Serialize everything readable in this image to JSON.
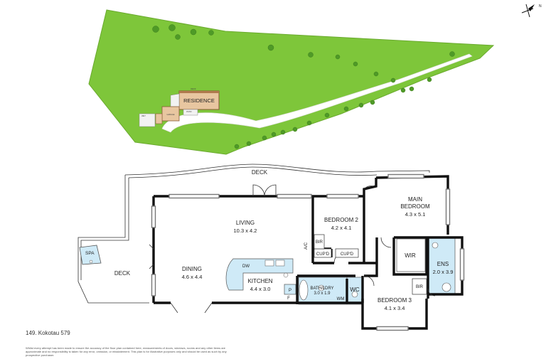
{
  "site": {
    "residence_label": "RESIDENCE",
    "deck_label": "DECK",
    "patio_label": "PATIO",
    "garage_label": "GARAGE",
    "wet_label": "WET",
    "compass_label": "N",
    "colors": {
      "lawn": "#7ec63a",
      "lawn_edge": "#6aaa2e",
      "tree": "#4f9a27",
      "residence": "#e8c6a0",
      "residence_roof": "#b07a4e"
    }
  },
  "plan": {
    "deck_top": "DECK",
    "deck_left": "DECK",
    "spa": "SPA",
    "living": {
      "name": "LIVING",
      "dim": "10.3 x 4.2"
    },
    "dining": {
      "name": "DINING",
      "dim": "4.6 x 4.4"
    },
    "kitchen": {
      "name": "KITCHEN",
      "dim": "4.4 x 3.0"
    },
    "bedroom2": {
      "name": "BEDROOM 2",
      "dim": "4.2 x 4.1"
    },
    "main_bedroom": {
      "name_line1": "MAIN",
      "name_line2": "BEDROOM",
      "dim": "4.3 x 5.1"
    },
    "bedroom3": {
      "name": "BEDROOM 3",
      "dim": "4.1 x 3.4"
    },
    "ens": {
      "name": "ENS",
      "dim": "2.0 x 3.9"
    },
    "bath": {
      "name": "BATH/LDRY",
      "dim": "3.0 x 1.9"
    },
    "wir": "WIR",
    "wc": "WC",
    "bir1": "BIR",
    "bir2": "BIR",
    "cupd1": "CUP'D",
    "cupd2": "CUP'D",
    "dw": "DW",
    "pantry": "P",
    "fridge": "F",
    "wm": "WM",
    "ac": "A/C",
    "colors": {
      "wall": "#111111",
      "wet_area": "#cfeaf7"
    }
  },
  "footer": {
    "address": "149. Kokotau 579",
    "disclaimer": "Whilst every attempt has been made to ensure the accuracy of the floor plan contained here, measurements of doors, windows, rooms and any other items are approximate and no responsibility is taken for any error, omission, or misstatement. This plan is for illustrative purposes only and should be used as such by any prospective purchaser."
  }
}
